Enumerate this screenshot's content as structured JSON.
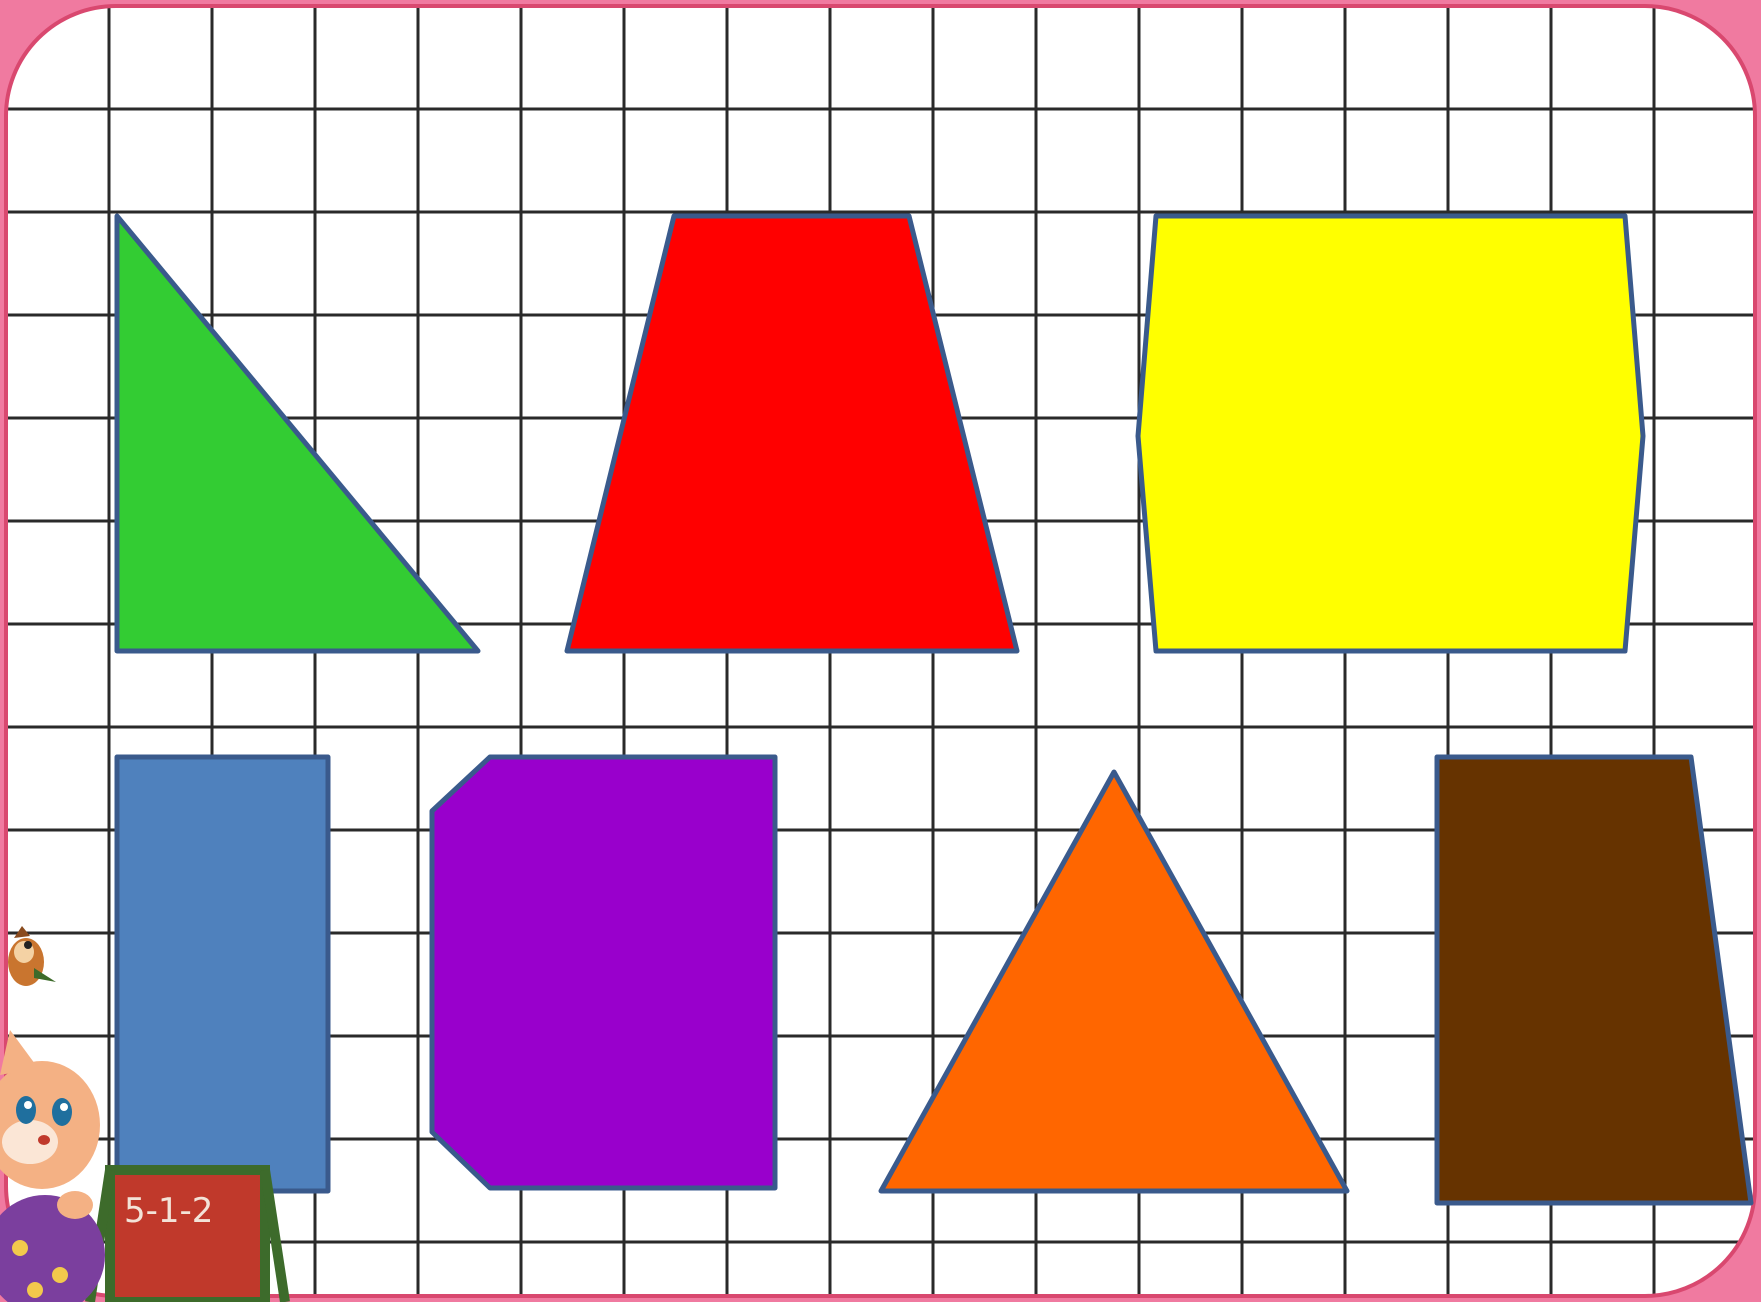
{
  "colors": {
    "frame_pink": "#f07aa0",
    "frame_edge": "#d9486f",
    "paper": "#ffffff",
    "grid_line": "#2a2a2a",
    "outline": "#3a5a8c"
  },
  "shapes": [
    {
      "name": "green-right-triangle",
      "kind": "right triangle",
      "fill": "#33cc33"
    },
    {
      "name": "red-trapezoid",
      "kind": "trapezoid",
      "fill": "#ff0000"
    },
    {
      "name": "yellow-hexagon",
      "kind": "hexagon",
      "fill": "#ffff00"
    },
    {
      "name": "blue-rectangle",
      "kind": "rectangle",
      "fill": "#4f81bd"
    },
    {
      "name": "purple-cut-corner-polygon",
      "kind": "hexagon",
      "fill": "#9900cc"
    },
    {
      "name": "orange-isosceles-triangle",
      "kind": "triangle",
      "fill": "#ff6600"
    },
    {
      "name": "brown-trapezoid",
      "kind": "right trapezoid",
      "fill": "#663300"
    }
  ],
  "decoration": {
    "cartoon": "kitten-with-chalkboard",
    "bird": "small-bird",
    "chalkboard_text": "5-1-2"
  }
}
